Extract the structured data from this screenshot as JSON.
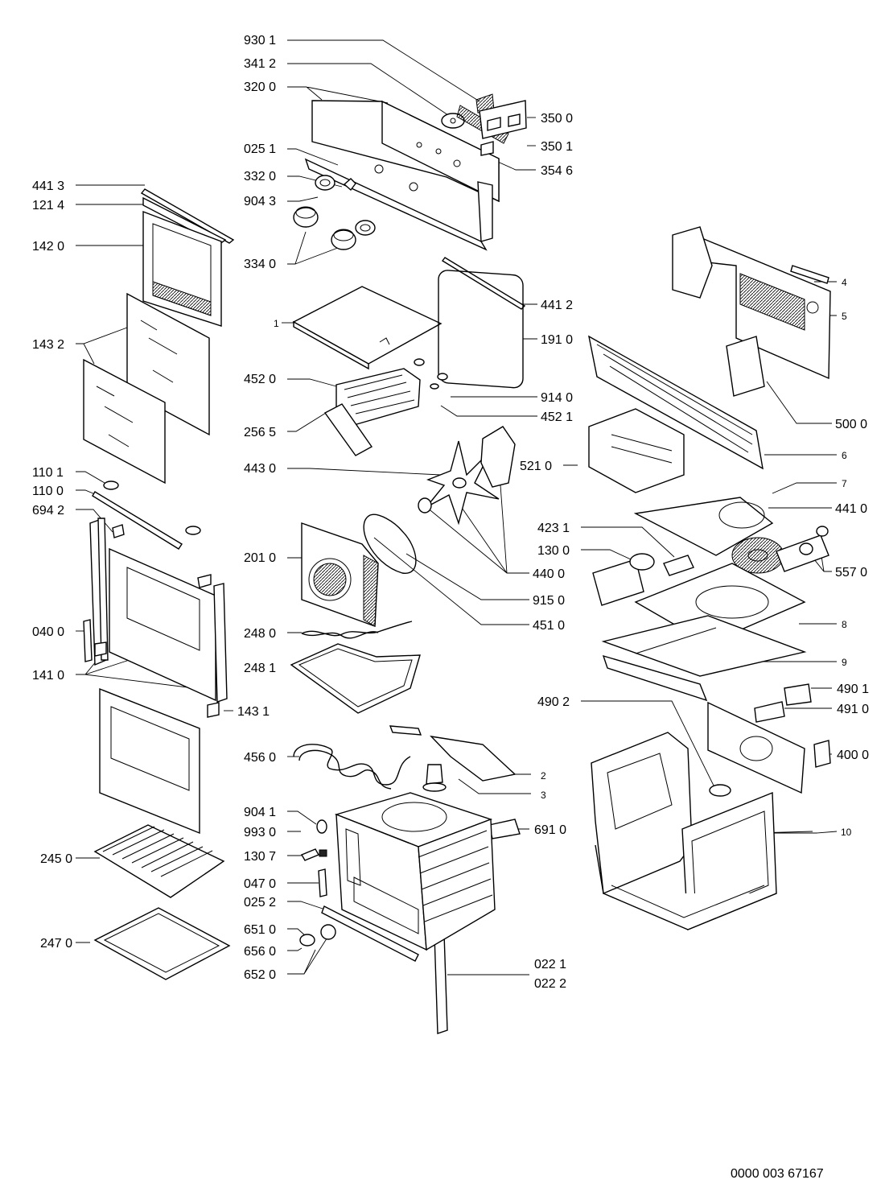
{
  "document_code": "0000 003 67167",
  "labels": {
    "l1": "930 1",
    "l2": "341 2",
    "l3": "320 0",
    "l4": "350 0",
    "l5": "350 1",
    "l6": "025 1",
    "l7": "354 6",
    "l8": "441 3",
    "l9": "332 0",
    "l10": "121 4",
    "l11": "904 3",
    "l12": "142 0",
    "l13": "334 0",
    "l14": "4",
    "l15": "441 2",
    "l16": "5",
    "l17": "1",
    "l18": "143 2",
    "l19": "191 0",
    "l20": "452 0",
    "l21": "914 0",
    "l22": "452 1",
    "l23": "500 0",
    "l24": "256 5",
    "l25": "6",
    "l26": "521 0",
    "l27": "443 0",
    "l28": "110 1",
    "l29": "7",
    "l30": "110 0",
    "l31": "441 0",
    "l32": "694 2",
    "l33": "423 1",
    "l34": "130 0",
    "l35": "440 0",
    "l36": "557 0",
    "l37": "201 0",
    "l38": "915 0",
    "l39": "451 0",
    "l40": "8",
    "l41": "040 0",
    "l42": "248 0",
    "l43": "9",
    "l44": "141 0",
    "l45": "248 1",
    "l46": "490 1",
    "l47": "143 1",
    "l48": "490 2",
    "l49": "491 0",
    "l50": "456 0",
    "l51": "400 0",
    "l52": "2",
    "l53": "3",
    "l54": "904 1",
    "l55": "993 0",
    "l56": "691 0",
    "l57": "10",
    "l58": "130 7",
    "l59": "245 0",
    "l60": "047 0",
    "l61": "025 2",
    "l62": "651 0",
    "l63": "247 0",
    "l64": "656 0",
    "l65": "022 1",
    "l66": "652 0",
    "l67": "022 2"
  }
}
